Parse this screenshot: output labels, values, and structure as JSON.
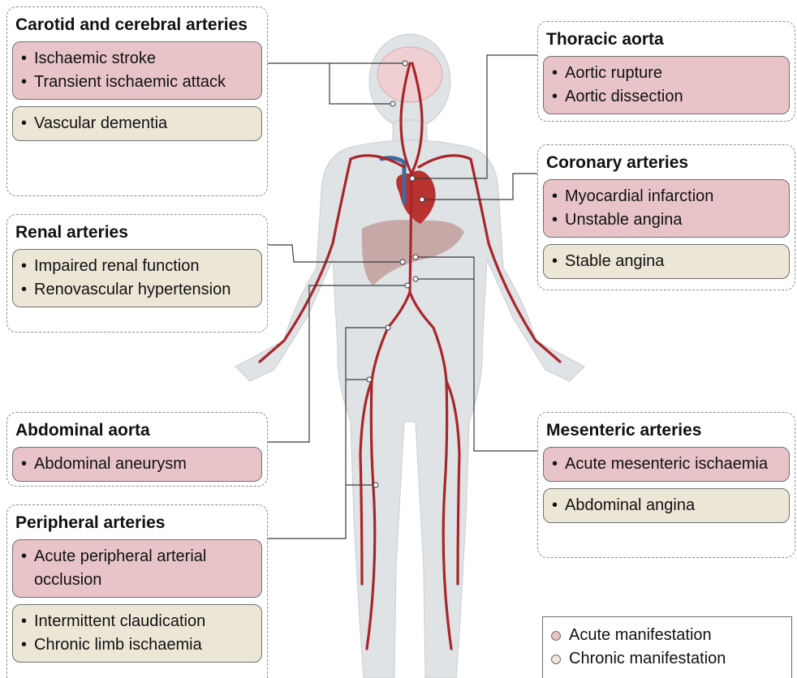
{
  "regions": {
    "carotid": {
      "title": "Carotid and cerebral arteries",
      "acute": [
        "Ischaemic stroke",
        "Transient ischaemic attack"
      ],
      "chronic": [
        "Vascular dementia"
      ]
    },
    "renal": {
      "title": "Renal arteries",
      "chronic": [
        "Impaired renal function",
        "Renovascular hypertension"
      ]
    },
    "abdominal": {
      "title": "Abdominal aorta",
      "acute": [
        "Abdominal aneurysm"
      ]
    },
    "peripheral": {
      "title": "Peripheral arteries",
      "acute": [
        "Acute peripheral arterial occlusion"
      ],
      "chronic": [
        "Intermittent claudication",
        "Chronic limb ischaemia"
      ]
    },
    "thoracic": {
      "title": "Thoracic aorta",
      "acute": [
        "Aortic rupture",
        "Aortic dissection"
      ]
    },
    "coronary": {
      "title": "Coronary arteries",
      "acute": [
        "Myocardial infarction",
        "Unstable angina"
      ],
      "chronic": [
        "Stable angina"
      ]
    },
    "mesenteric": {
      "title": "Mesenteric arteries",
      "acute": [
        "Acute mesenteric ischaemia"
      ],
      "chronic": [
        "Abdominal angina"
      ]
    }
  },
  "legend": {
    "acute": "Acute manifestation",
    "chronic": "Chronic manifestation"
  },
  "colors": {
    "acute_fill": "#e8c4c9",
    "chronic_fill": "#ece6d7",
    "artery": "#a8262a",
    "vein": "#3f6c9c",
    "body": "#dfe3e6",
    "organ": "#b07a72"
  }
}
